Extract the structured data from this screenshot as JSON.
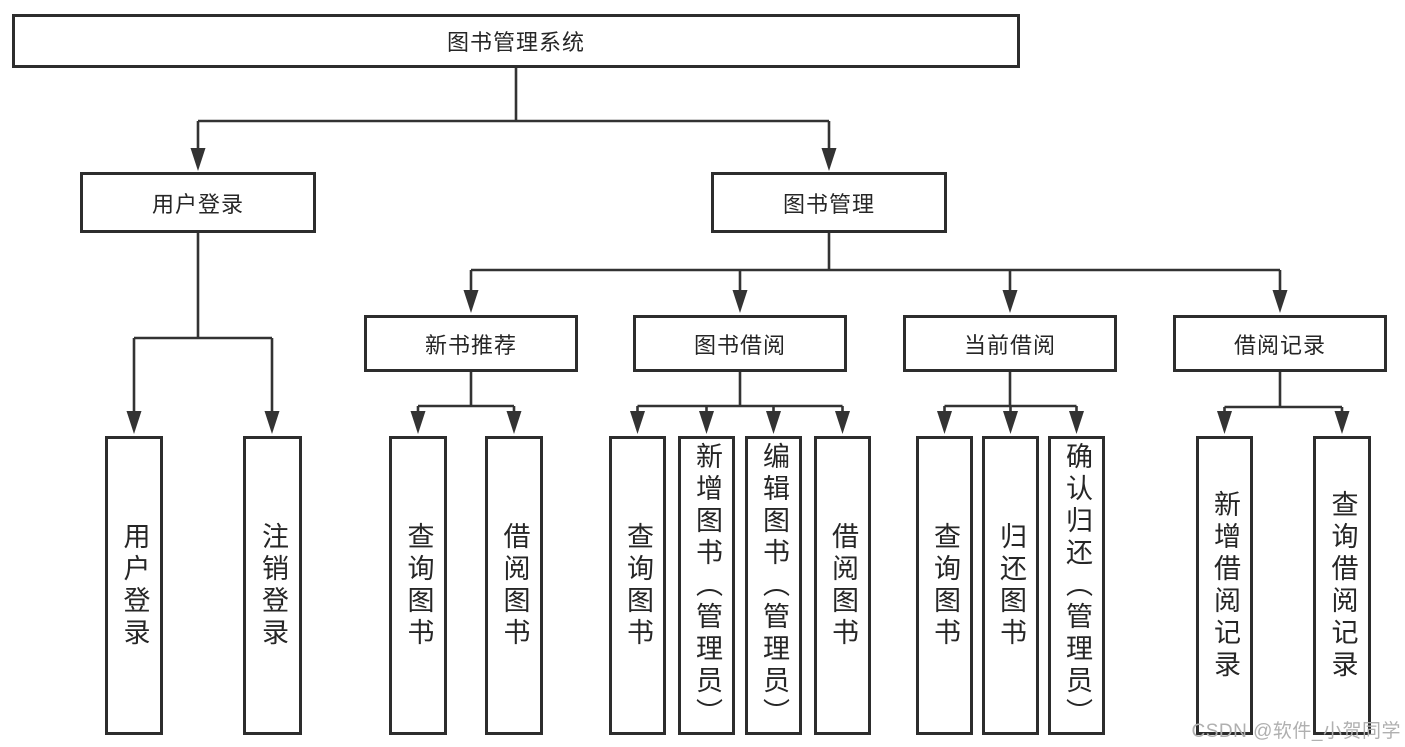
{
  "tree": {
    "root": {
      "label": "图书管理系统",
      "children": [
        {
          "label": "用户登录",
          "children": [
            {
              "label": "用户登录"
            },
            {
              "label": "注销登录"
            }
          ]
        },
        {
          "label": "图书管理",
          "children": [
            {
              "label": "新书推荐",
              "children": [
                {
                  "label": "查询图书"
                },
                {
                  "label": "借阅图书"
                }
              ]
            },
            {
              "label": "图书借阅",
              "children": [
                {
                  "label": "查询图书"
                },
                {
                  "label": "新增图书（管理员）"
                },
                {
                  "label": "编辑图书（管理员）"
                },
                {
                  "label": "借阅图书"
                }
              ]
            },
            {
              "label": "当前借阅",
              "children": [
                {
                  "label": "查询图书"
                },
                {
                  "label": "归还图书"
                },
                {
                  "label": "确认归还（管理员）"
                }
              ]
            },
            {
              "label": "借阅记录",
              "children": [
                {
                  "label": "新增借阅记录"
                },
                {
                  "label": "查询借阅记录"
                }
              ]
            }
          ]
        }
      ]
    }
  },
  "watermark": {
    "text": "CSDN @软件_小贺同学"
  },
  "colors": {
    "line": "#333333",
    "box_border": "#2d2d2d",
    "text": "#262626",
    "watermark": "#b0b0b0",
    "background": "#ffffff"
  }
}
